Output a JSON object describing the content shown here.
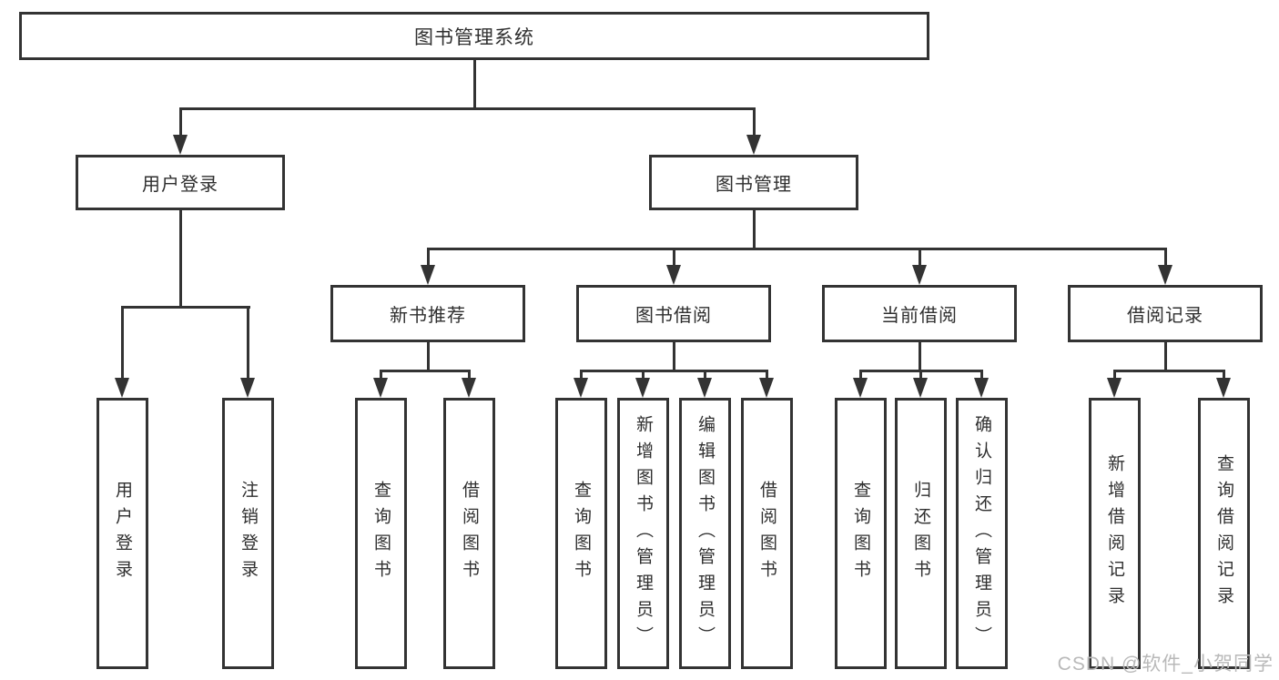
{
  "diagram": {
    "title": "图书管理系统",
    "branches": [
      {
        "label": "用户登录",
        "leaves": [
          "用户登录",
          "注销登录"
        ]
      },
      {
        "label": "图书管理",
        "children": [
          {
            "label": "新书推荐",
            "leaves": [
              "查询图书",
              "借阅图书"
            ]
          },
          {
            "label": "图书借阅",
            "leaves": [
              "查询图书",
              "新增图书（管理员）",
              "编辑图书（管理员）",
              "借阅图书"
            ]
          },
          {
            "label": "当前借阅",
            "leaves": [
              "查询图书",
              "归还图书",
              "确认归还（管理员）"
            ]
          },
          {
            "label": "借阅记录",
            "leaves": [
              "新增借阅记录",
              "查询借阅记录"
            ]
          }
        ]
      }
    ]
  },
  "watermark": {
    "text": "CSDN @软件_小贺同学"
  },
  "colors": {
    "line": "#333333",
    "text": "#2f2f2f",
    "watermark": "#b9b9b9",
    "background": "#ffffff"
  }
}
